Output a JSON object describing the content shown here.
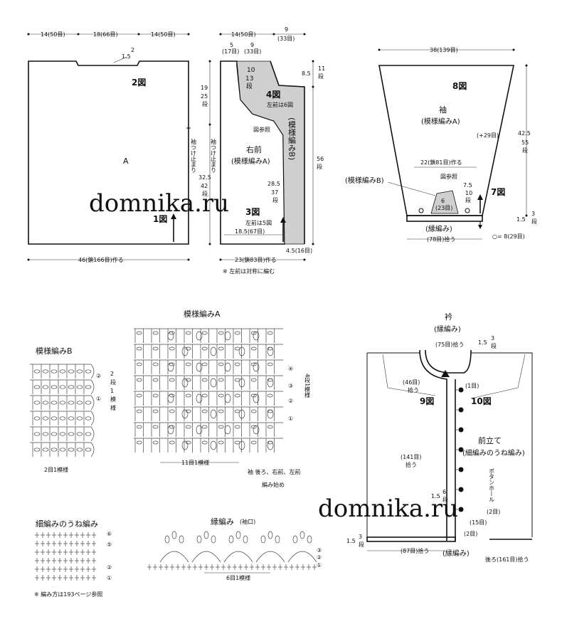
{
  "watermarks": [
    "domnika.ru",
    "domnika.ru"
  ],
  "back": {
    "top_dims": [
      "14(50目)",
      "18(66目)",
      "14(50目)"
    ],
    "neck_depth": "1.5",
    "neck_rows": "2",
    "fig_num": "2図",
    "center_label": "A",
    "armhole_mark": "袖つけ止まり",
    "bottom_fig": "1図",
    "bottom_dim": "46(鎖166目)作る"
  },
  "front": {
    "top_dim": "14(50目)",
    "top_small1": "5",
    "top_small1b": "(17目)",
    "top_small2": "9",
    "top_small2b": "(33目)",
    "top_right": "9",
    "top_right_b": "(33目)",
    "left_h1": "19",
    "left_h1b": "25",
    "left_h1c": "段",
    "left_h2": "32.5",
    "left_h2b": "42",
    "left_h2c": "段",
    "armhole_mark": "袖つけ止まり",
    "rows10": "10",
    "rows13": "13",
    "rows_unit": "段",
    "fig4": "4図",
    "fig4_note": "左前は6図",
    "ref_note": "図参照",
    "title": "右前",
    "pattern": "(模様編みA)",
    "band_label": "(模様編みB)",
    "right_85": "8.5",
    "right_11": "11",
    "right_rows": "段",
    "right_56": "56",
    "right_56_unit": "段",
    "mid_285": "28.5",
    "mid_37": "37",
    "mid_37_unit": "段",
    "fig3": "3図",
    "fig3_note": "左前は5図",
    "bottom_inner": "18.5(67目)",
    "bottom_right": "4.5(16目)",
    "bottom_dim": "23(鎖83目)作る",
    "note": "※ 左前は対称に編む"
  },
  "sleeve": {
    "top_dim": "38(139目)",
    "fig8": "8図",
    "title": "袖",
    "pattern": "(模様編みA)",
    "inc": "(+29目)",
    "h_425": "42.5",
    "h_55": "55",
    "h_unit": "段",
    "chain": "22(鎖81目)作る",
    "ref_note": "図参照",
    "band_b": "(模様編みB)",
    "v75": "7.5",
    "v10": "10",
    "v10_unit": "段",
    "fig7": "7図",
    "fig6": "6",
    "fig6b": "(23目)",
    "edge_15": "1.5",
    "edge_3": "3",
    "edge_unit": "段",
    "edge_label": "(縁編み)",
    "bottom_dim": "(78目)拾う",
    "circle_note": "○= 8(29目)"
  },
  "patternB": {
    "title": "模様編みB",
    "row2": "②",
    "row1": "①",
    "note1": "2",
    "note2": "段",
    "note3": "1",
    "note4": "模",
    "note5": "様",
    "repeat": "2目1模様"
  },
  "patternA": {
    "title": "模様編みA",
    "rows": [
      "④",
      "③",
      "②",
      "①"
    ],
    "side": "4段1模様",
    "repeat": "11目1模様",
    "legend": "袖  後ろ、右前、左前",
    "start": "編み始め"
  },
  "rib": {
    "title": "細編みのうね編み",
    "rows": [
      "⑥",
      "⑤",
      "②",
      "①"
    ],
    "note": "※ 編み方は193ページ参照"
  },
  "edging": {
    "title": "縁編み",
    "sub": "(袖口)",
    "rows": [
      "③",
      "②",
      "①"
    ],
    "repeat": "6目1模様"
  },
  "collar": {
    "title": "衿",
    "sub": "(縁編み)",
    "pick75": "(75目)拾う",
    "c15": "1.5",
    "c3": "3",
    "c_unit": "段",
    "pick46": "(46目)",
    "pick46b": "拾う",
    "p1": "(1目)",
    "fig9": "9図",
    "fig10": "10図",
    "band": "前立て",
    "band_sub": "(細編みのうね編み)",
    "pick141": "(141目)",
    "pick141b": "拾う",
    "btn": "ボタンホール",
    "btn2": "(2目)",
    "h15": "1.5",
    "h6": "6",
    "h_unit": "段",
    "p15": "(15目)",
    "p2": "(2目)",
    "e15": "1.5",
    "e3": "3",
    "e_unit": "段",
    "pick87": "(87目)拾う",
    "edge": "(縁編み)",
    "pick161": "後ろ(161目)拾う"
  }
}
